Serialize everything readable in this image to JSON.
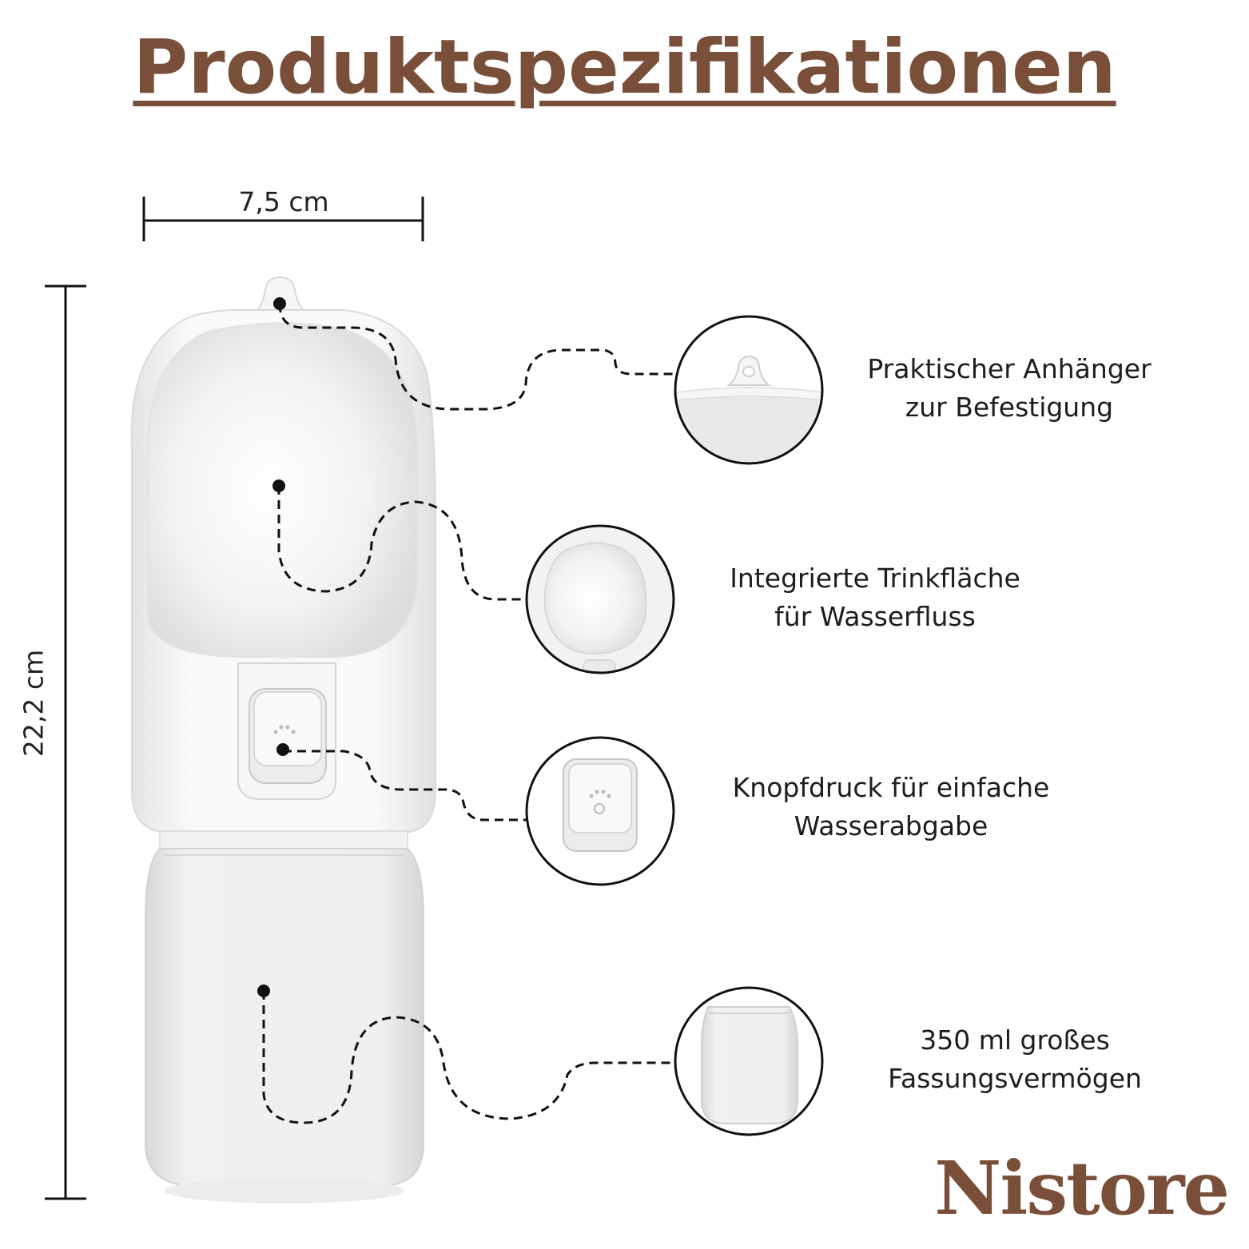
{
  "page": {
    "title": "Produktspezifikationen",
    "brand": "Nistore"
  },
  "dimensions": {
    "width": "7,5 cm",
    "height": "22,2 cm"
  },
  "features": [
    {
      "line1": "Praktischer Anhänger",
      "line2": "zur Befestigung",
      "icon": "hanger-detail-icon"
    },
    {
      "line1": "Integrierte Trinkfläche",
      "line2": "für Wasserfluss",
      "icon": "drinking-bowl-detail-icon"
    },
    {
      "line1": "Knopfdruck für einfache",
      "line2": "Wasserabgabe",
      "icon": "button-detail-icon"
    },
    {
      "line1": "350 ml großes",
      "line2": "Fassungsvermögen",
      "icon": "container-detail-icon"
    }
  ],
  "colors": {
    "accent": "#7a4f3a",
    "text": "#1d1d1d"
  }
}
